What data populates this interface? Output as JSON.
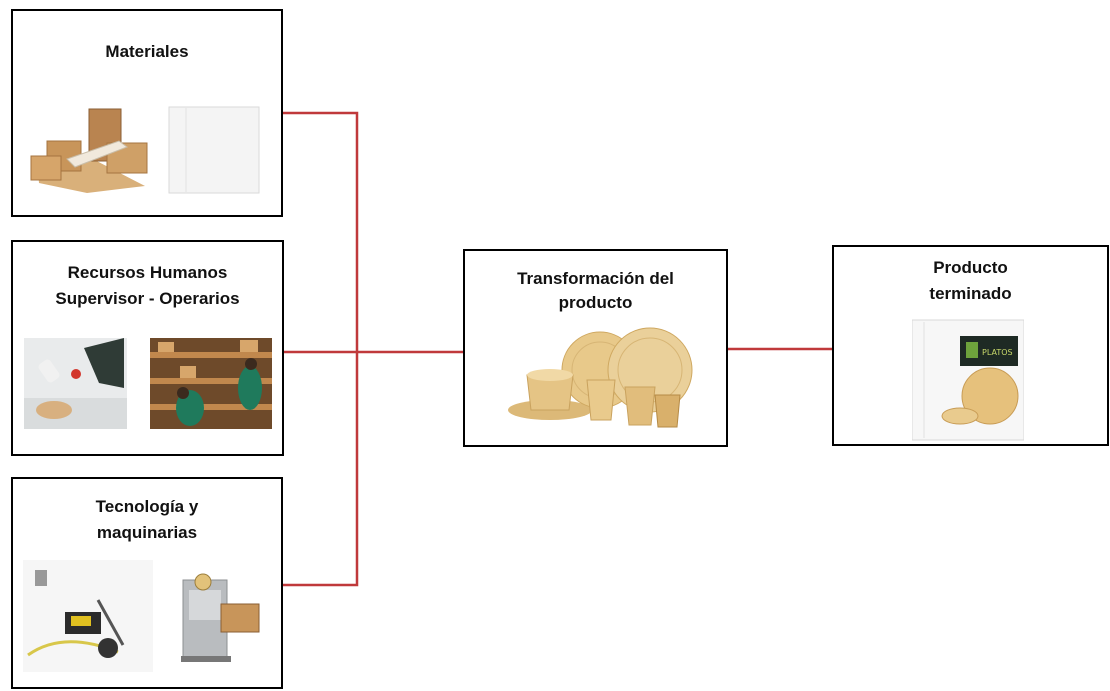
{
  "inputs": {
    "materiales": {
      "title": "Materiales"
    },
    "recursos": {
      "title_line1": "Recursos Humanos",
      "title_line2": "Supervisor - Operarios"
    },
    "tecnologia": {
      "title_line1": "Tecnología y",
      "title_line2": "maquinarias"
    }
  },
  "process": {
    "title_line1": "Transformación del",
    "title_line2": "producto"
  },
  "output": {
    "title_line1": "Producto",
    "title_line2": "terminado",
    "package_label": "PLATOS"
  },
  "colors": {
    "connector": "#c0393b",
    "kraft": "#c89b5e",
    "bamboo": "#e8c98a",
    "border": "#000000"
  },
  "icons": [
    "cardboard-boxes-icon",
    "white-box-icon",
    "worker-icon",
    "warehouse-workers-icon",
    "spray-machine-icon",
    "taping-machine-icon",
    "bamboo-tableware-icon",
    "product-package-icon"
  ]
}
